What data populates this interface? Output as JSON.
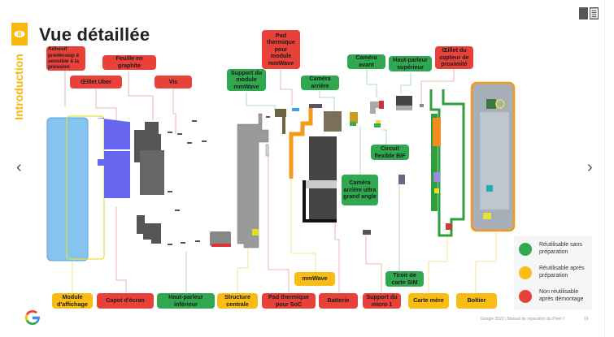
{
  "slide": {
    "section": "Introduction",
    "title": "Vue détaillée",
    "footer": "Google 2022 | Manuel de réparation du Pixel 7",
    "page_number": "16",
    "nav": {
      "prev": "‹",
      "next": "›"
    }
  },
  "colors": {
    "reusable": "#2fa84f",
    "reusable_after_prep": "#f9bc15",
    "not_reusable": "#e8413a",
    "accent": "#f9b810"
  },
  "labels": {
    "adhesif": "Adhésif prédécoup é sensible à la pression",
    "feuille_graphite": "Feuille en graphite",
    "oeillet_uber": "Œillet Uber",
    "vis": "Vis",
    "support_mmwave": "Support du module mmWave",
    "pad_mmwave": "Pad thermique pour module mmWave",
    "camera_arriere": "Caméra arrière",
    "camera_avant": "Caméra avant",
    "hp_superieur": "Haut-parleur supérieur",
    "oeillet_proximite": "Œillet du capteur de proximité",
    "circuit_bif": "Circuit flexible BIF",
    "camera_ultra": "Caméra arrière ultra grand angle",
    "mmwave": "mmWave",
    "tiroir_sim": "Tiroir de carte SIM",
    "module_affichage": "Module d'affichage",
    "capot_ecran": "Capot d'écran",
    "hp_inferieur": "Haut-parleur inférieur",
    "structure_centrale": "Structure centrale",
    "pad_soc": "Pad thermique pour SoC",
    "batterie": "Batterie",
    "support_micro": "Support du micro 1",
    "carte_mere": "Carte mère",
    "boitier": "Boîtier"
  },
  "legend": [
    {
      "color": "green",
      "text": "Réutilisable sans préparation"
    },
    {
      "color": "yellow",
      "text": "Réutilisable après préparation"
    },
    {
      "color": "red",
      "text": "Non réutilisable après démontage"
    }
  ]
}
